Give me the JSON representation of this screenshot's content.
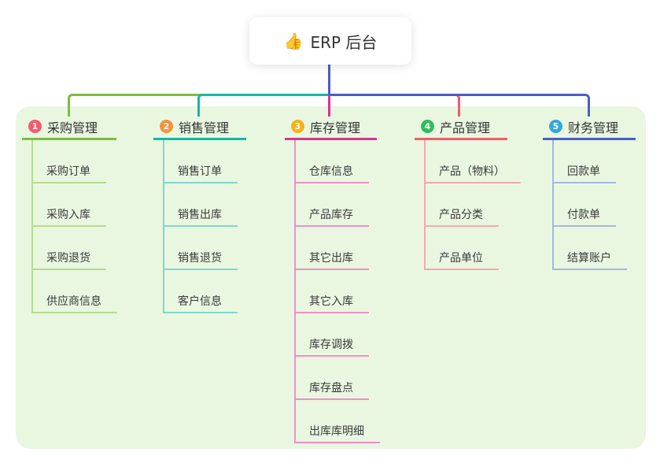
{
  "root": {
    "icon_glyph": "👍",
    "label": "ERP 后台",
    "line_color": "#4a5dc7"
  },
  "panel": {
    "background": "#e9f7e1"
  },
  "branches": [
    {
      "num": "1",
      "label": "采购管理",
      "color": "#7cbc41",
      "light_color": "#b7dc8d",
      "badge_color": "#f45b6d",
      "children": [
        "采购订单",
        "采购入库",
        "采购退货",
        "供应商信息"
      ]
    },
    {
      "num": "2",
      "label": "销售管理",
      "color": "#14b8a6",
      "light_color": "#7fd8ca",
      "badge_color": "#f6913d",
      "children": [
        "销售订单",
        "销售出库",
        "销售退货",
        "客户信息"
      ]
    },
    {
      "num": "3",
      "label": "库存管理",
      "color": "#d6368f",
      "light_color": "#f090c5",
      "badge_color": "#f7b016",
      "children": [
        "仓库信息",
        "产品库存",
        "其它出库",
        "其它入库",
        "库存调拨",
        "库存盘点",
        "出库库明细"
      ]
    },
    {
      "num": "4",
      "label": "产品管理",
      "color": "#f25c6b",
      "light_color": "#f9a6ad",
      "badge_color": "#2dbd5e",
      "children": [
        "产品（物料）",
        "产品分类",
        "产品单位"
      ]
    },
    {
      "num": "5",
      "label": "财务管理",
      "color": "#4a5dc7",
      "light_color": "#a6b6e2",
      "badge_color": "#35a6e0",
      "children": [
        "回款单",
        "付款单",
        "结算账户"
      ]
    }
  ]
}
